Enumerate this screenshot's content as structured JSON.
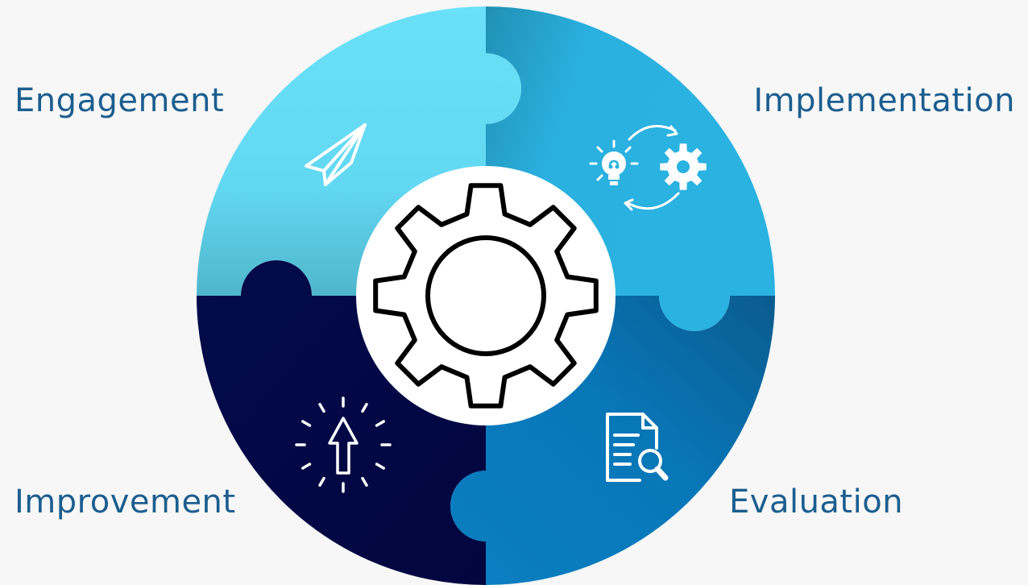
{
  "quadrants": [
    {
      "label": "Engagement",
      "icon": "paper-plane-icon",
      "color": "#67def7"
    },
    {
      "label": "Implementation",
      "icon": "idea-to-gear-cycle-icon",
      "color": "#2ab2e0"
    },
    {
      "label": "Evaluation",
      "icon": "document-search-icon",
      "color": "#0877b8"
    },
    {
      "label": "Improvement",
      "icon": "arrow-up-burst-icon",
      "color": "#020842"
    }
  ],
  "center": {
    "icon": "gear-icon"
  },
  "colors": {
    "background": "#f7f7f7",
    "label_text": "#1b5e8f",
    "center_fill": "#ffffff",
    "outline": "#000000"
  }
}
